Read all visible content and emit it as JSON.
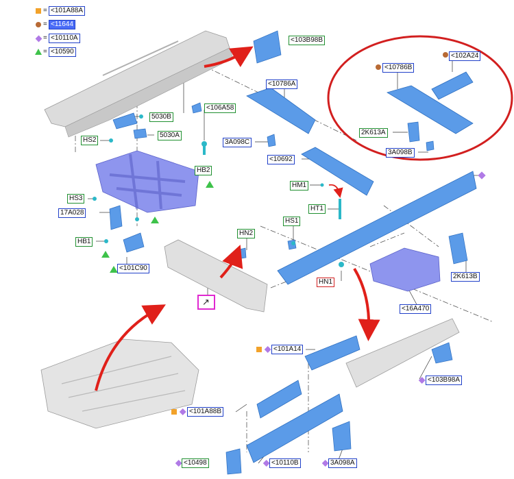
{
  "legend": [
    {
      "marker": "square",
      "color": "#f2a22a",
      "text": "<101A88A",
      "highlight": false
    },
    {
      "marker": "circle",
      "color": "#b86a35",
      "text": "<11644",
      "highlight": true
    },
    {
      "marker": "diamond",
      "color": "#b07ae6",
      "text": "<10110A",
      "highlight": false
    },
    {
      "marker": "triangle",
      "color": "#3ec24a",
      "text": "<10590",
      "highlight": false
    }
  ],
  "legend_equals": "=",
  "labels": {
    "l103B98B": "<103B98B",
    "l10786A": "<10786A",
    "l106A58": "<106A58",
    "l5030B": "5030B",
    "l5030A": "5030A",
    "lHS2": "HS2",
    "l3A098C": "3A098C",
    "l10692": "<10692",
    "lHB2": "HB2",
    "lHM1": "HM1",
    "lHT1": "HT1",
    "lHS3": "HS3",
    "l17A028": "17A028",
    "lHS1": "HS1",
    "lHN2": "HN2",
    "lHB1": "HB1",
    "l101C90": "<101C90",
    "lHN1": "HN1",
    "l2K613B": "2K613B",
    "l16A470": "<16A470",
    "l10786B": "<10786B",
    "l102A24": "<102A24",
    "l2K613A": "2K613A",
    "l3A098B": "3A098B",
    "l101A14": "<101A14",
    "l103B98A": "<103B98A",
    "l101A88B": "<101A88B",
    "l10498": "<10498",
    "l10110B": "<10110B",
    "l3A098A": "3A098A"
  },
  "colors": {
    "part_blue": "#5b9be8",
    "part_lavender": "#8e95ee",
    "part_gray": "#dcdcdc",
    "arrow_red": "#e0201a",
    "circle_red": "#d21f1f",
    "label_blue": "#1f3fc8",
    "label_green": "#1f8f2f",
    "label_red": "#d21f1f",
    "highlight_magenta": "#e028d0",
    "fastener_cyan": "#2bb8c8"
  },
  "icons": {
    "detail_box": "arrow-pointer-icon"
  }
}
